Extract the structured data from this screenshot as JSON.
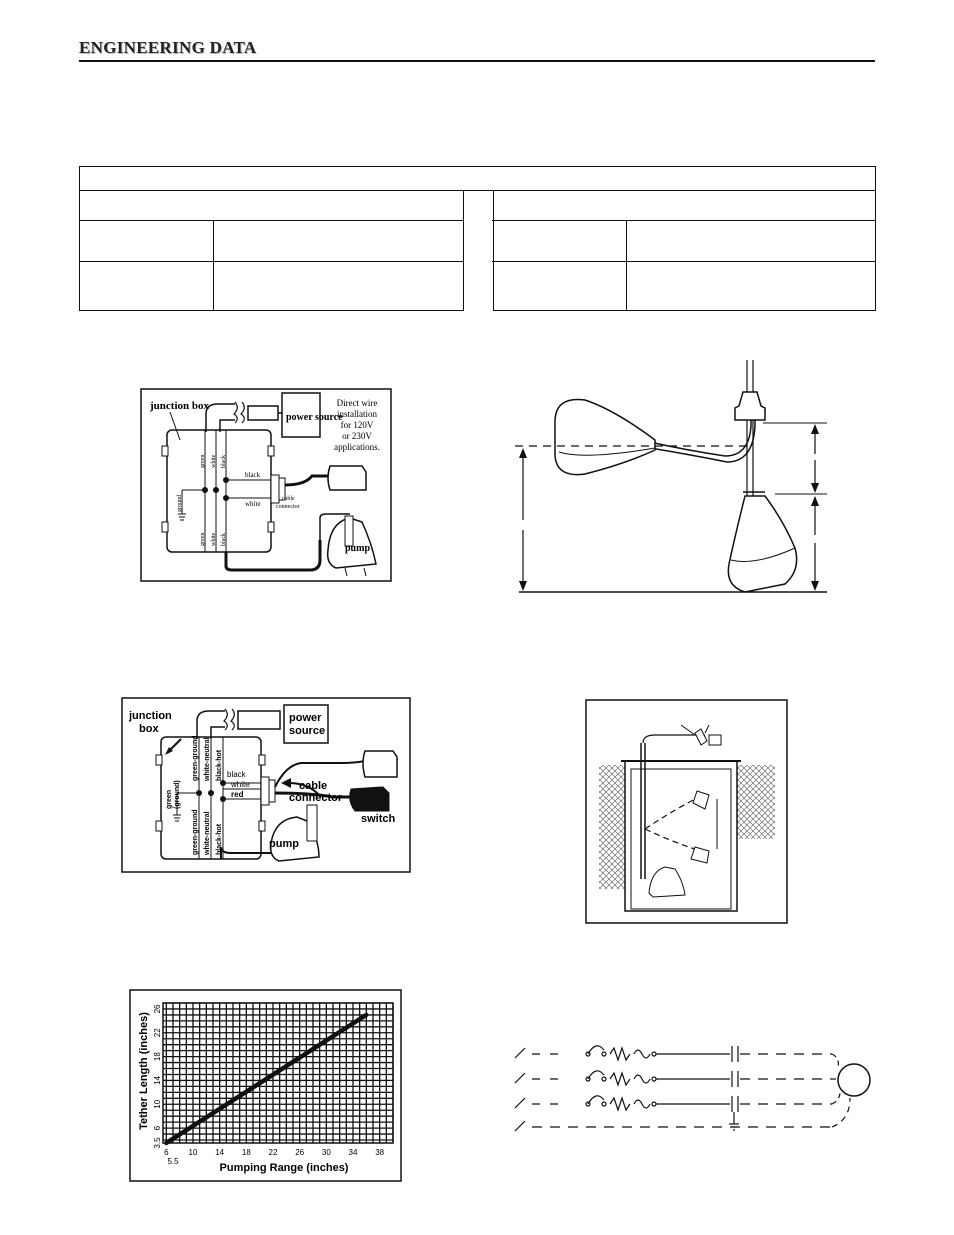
{
  "header": {
    "title": "ENGINEERING DATA"
  },
  "diagram1": {
    "junction_box": "junction box",
    "power_source": "power source",
    "note_lines": [
      "Direct wire",
      "installation",
      "for 120V",
      "or 230V",
      "applications."
    ],
    "wires_top": [
      "green",
      "white",
      "black"
    ],
    "wires_bottom": [
      "green",
      "white",
      "black"
    ],
    "ground": "ground",
    "black": "black",
    "white": "white",
    "cable_connector": [
      "cable",
      "connector"
    ],
    "pump": "pump"
  },
  "diagram3": {
    "junction_box": [
      "junction",
      "box"
    ],
    "power_source": [
      "power",
      "source"
    ],
    "wires_top": [
      "green-ground",
      "white-neutral",
      "black-hot"
    ],
    "wires_bottom": [
      "green-ground",
      "white-neutral",
      "black-hot"
    ],
    "ground": [
      "green",
      "(ground)"
    ],
    "black": "black",
    "white": "white",
    "red": "red",
    "cable_connector": [
      "cable",
      "connector"
    ],
    "switch": "switch",
    "pump": "pump"
  },
  "chart_data": {
    "type": "line",
    "xlabel": "Pumping Range (inches)",
    "ylabel": "Tether Length (inches)",
    "x_ticks": [
      6,
      10,
      14,
      18,
      22,
      26,
      30,
      34,
      38
    ],
    "y_ticks": [
      3.5,
      6,
      10,
      14,
      18,
      22,
      26
    ],
    "x_origin_label": "5.5",
    "xlim": [
      5.5,
      40
    ],
    "ylim": [
      3.5,
      27
    ],
    "series": [
      {
        "x": [
          6,
          36
        ],
        "y": [
          3.5,
          25
        ]
      }
    ]
  }
}
